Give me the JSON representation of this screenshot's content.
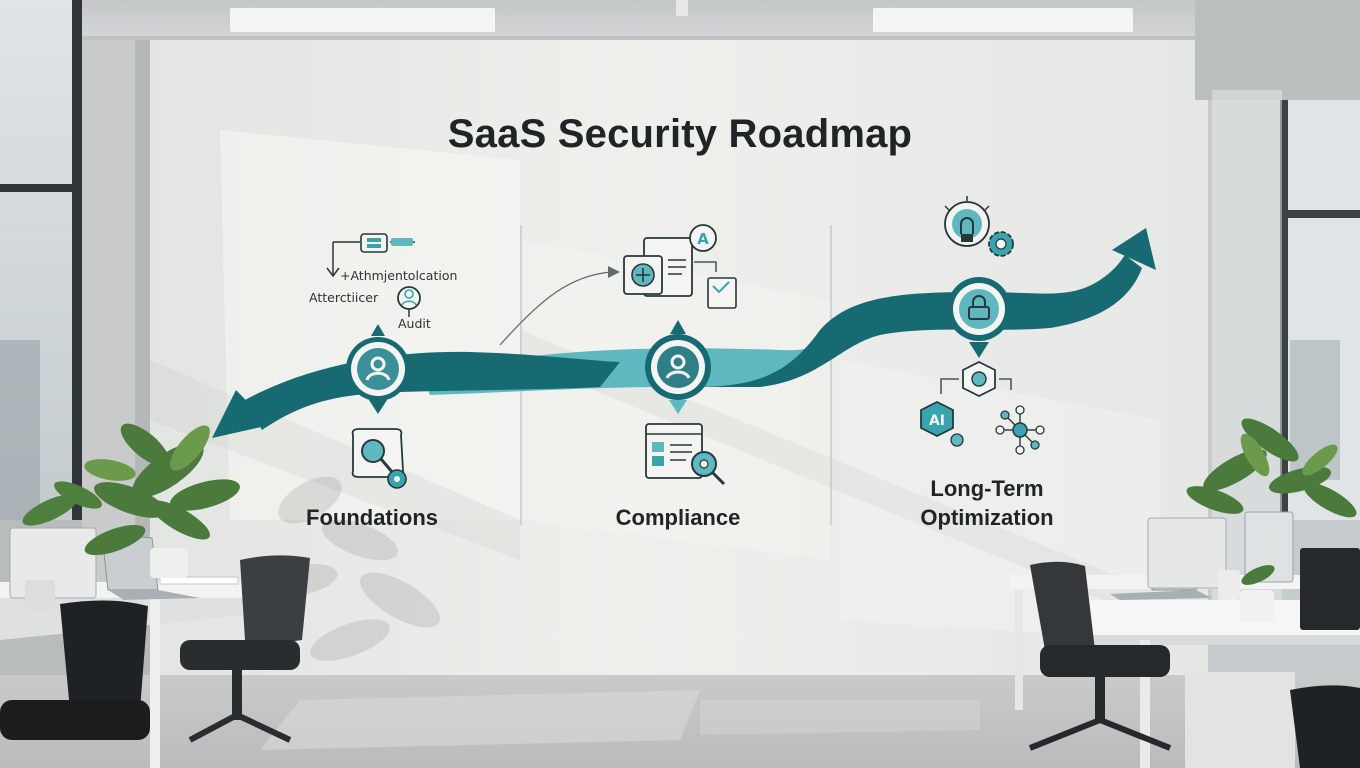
{
  "wall": {
    "title": "SaaS Security Roadmap",
    "phases": [
      {
        "label": "Foundations"
      },
      {
        "label": "Compliance"
      },
      {
        "label": "Long-Term Optimization",
        "lines": [
          "Long-Term",
          "Optimization"
        ]
      }
    ],
    "small_labels": [
      "+Athmjentolcation",
      "Atterctiicer",
      "Audit"
    ]
  },
  "colors": {
    "ribbon_dark": "#176a72",
    "ribbon_light": "#5fb8bf",
    "icon_stroke": "#27383c",
    "icon_accent": "#3aa3ad",
    "wall": "#ecedea",
    "text": "#1f2426"
  },
  "icons": [
    "user-badge-icon",
    "compliance-user-badge-icon",
    "lock-badge-icon",
    "search-gear-icon",
    "document-checklist-icon",
    "browser-gear-icon",
    "ai-hexagon-icon",
    "network-nodes-icon",
    "lightbulb-gear-icon",
    "ribbon-arrow-left-icon",
    "ribbon-arrow-right-icon"
  ]
}
